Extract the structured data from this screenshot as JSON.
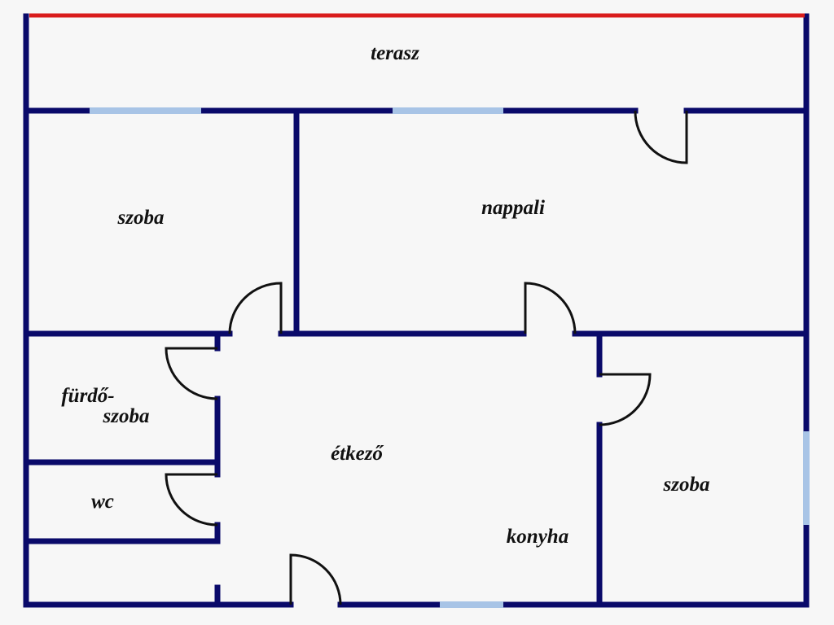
{
  "colors": {
    "wall": "#0a0a6a",
    "window": "#a8c4e6",
    "terrace_edge": "#d91c1c",
    "door": "#111111",
    "background": "#f7f7f7"
  },
  "rooms": {
    "terasz": "terasz",
    "szoba_top": "szoba",
    "nappali": "nappali",
    "furdo_line1": "fürdő-",
    "furdo_line2": "szoba",
    "wc": "wc",
    "etkezo": "étkező",
    "konyha": "konyha",
    "szoba_right": "szoba"
  }
}
